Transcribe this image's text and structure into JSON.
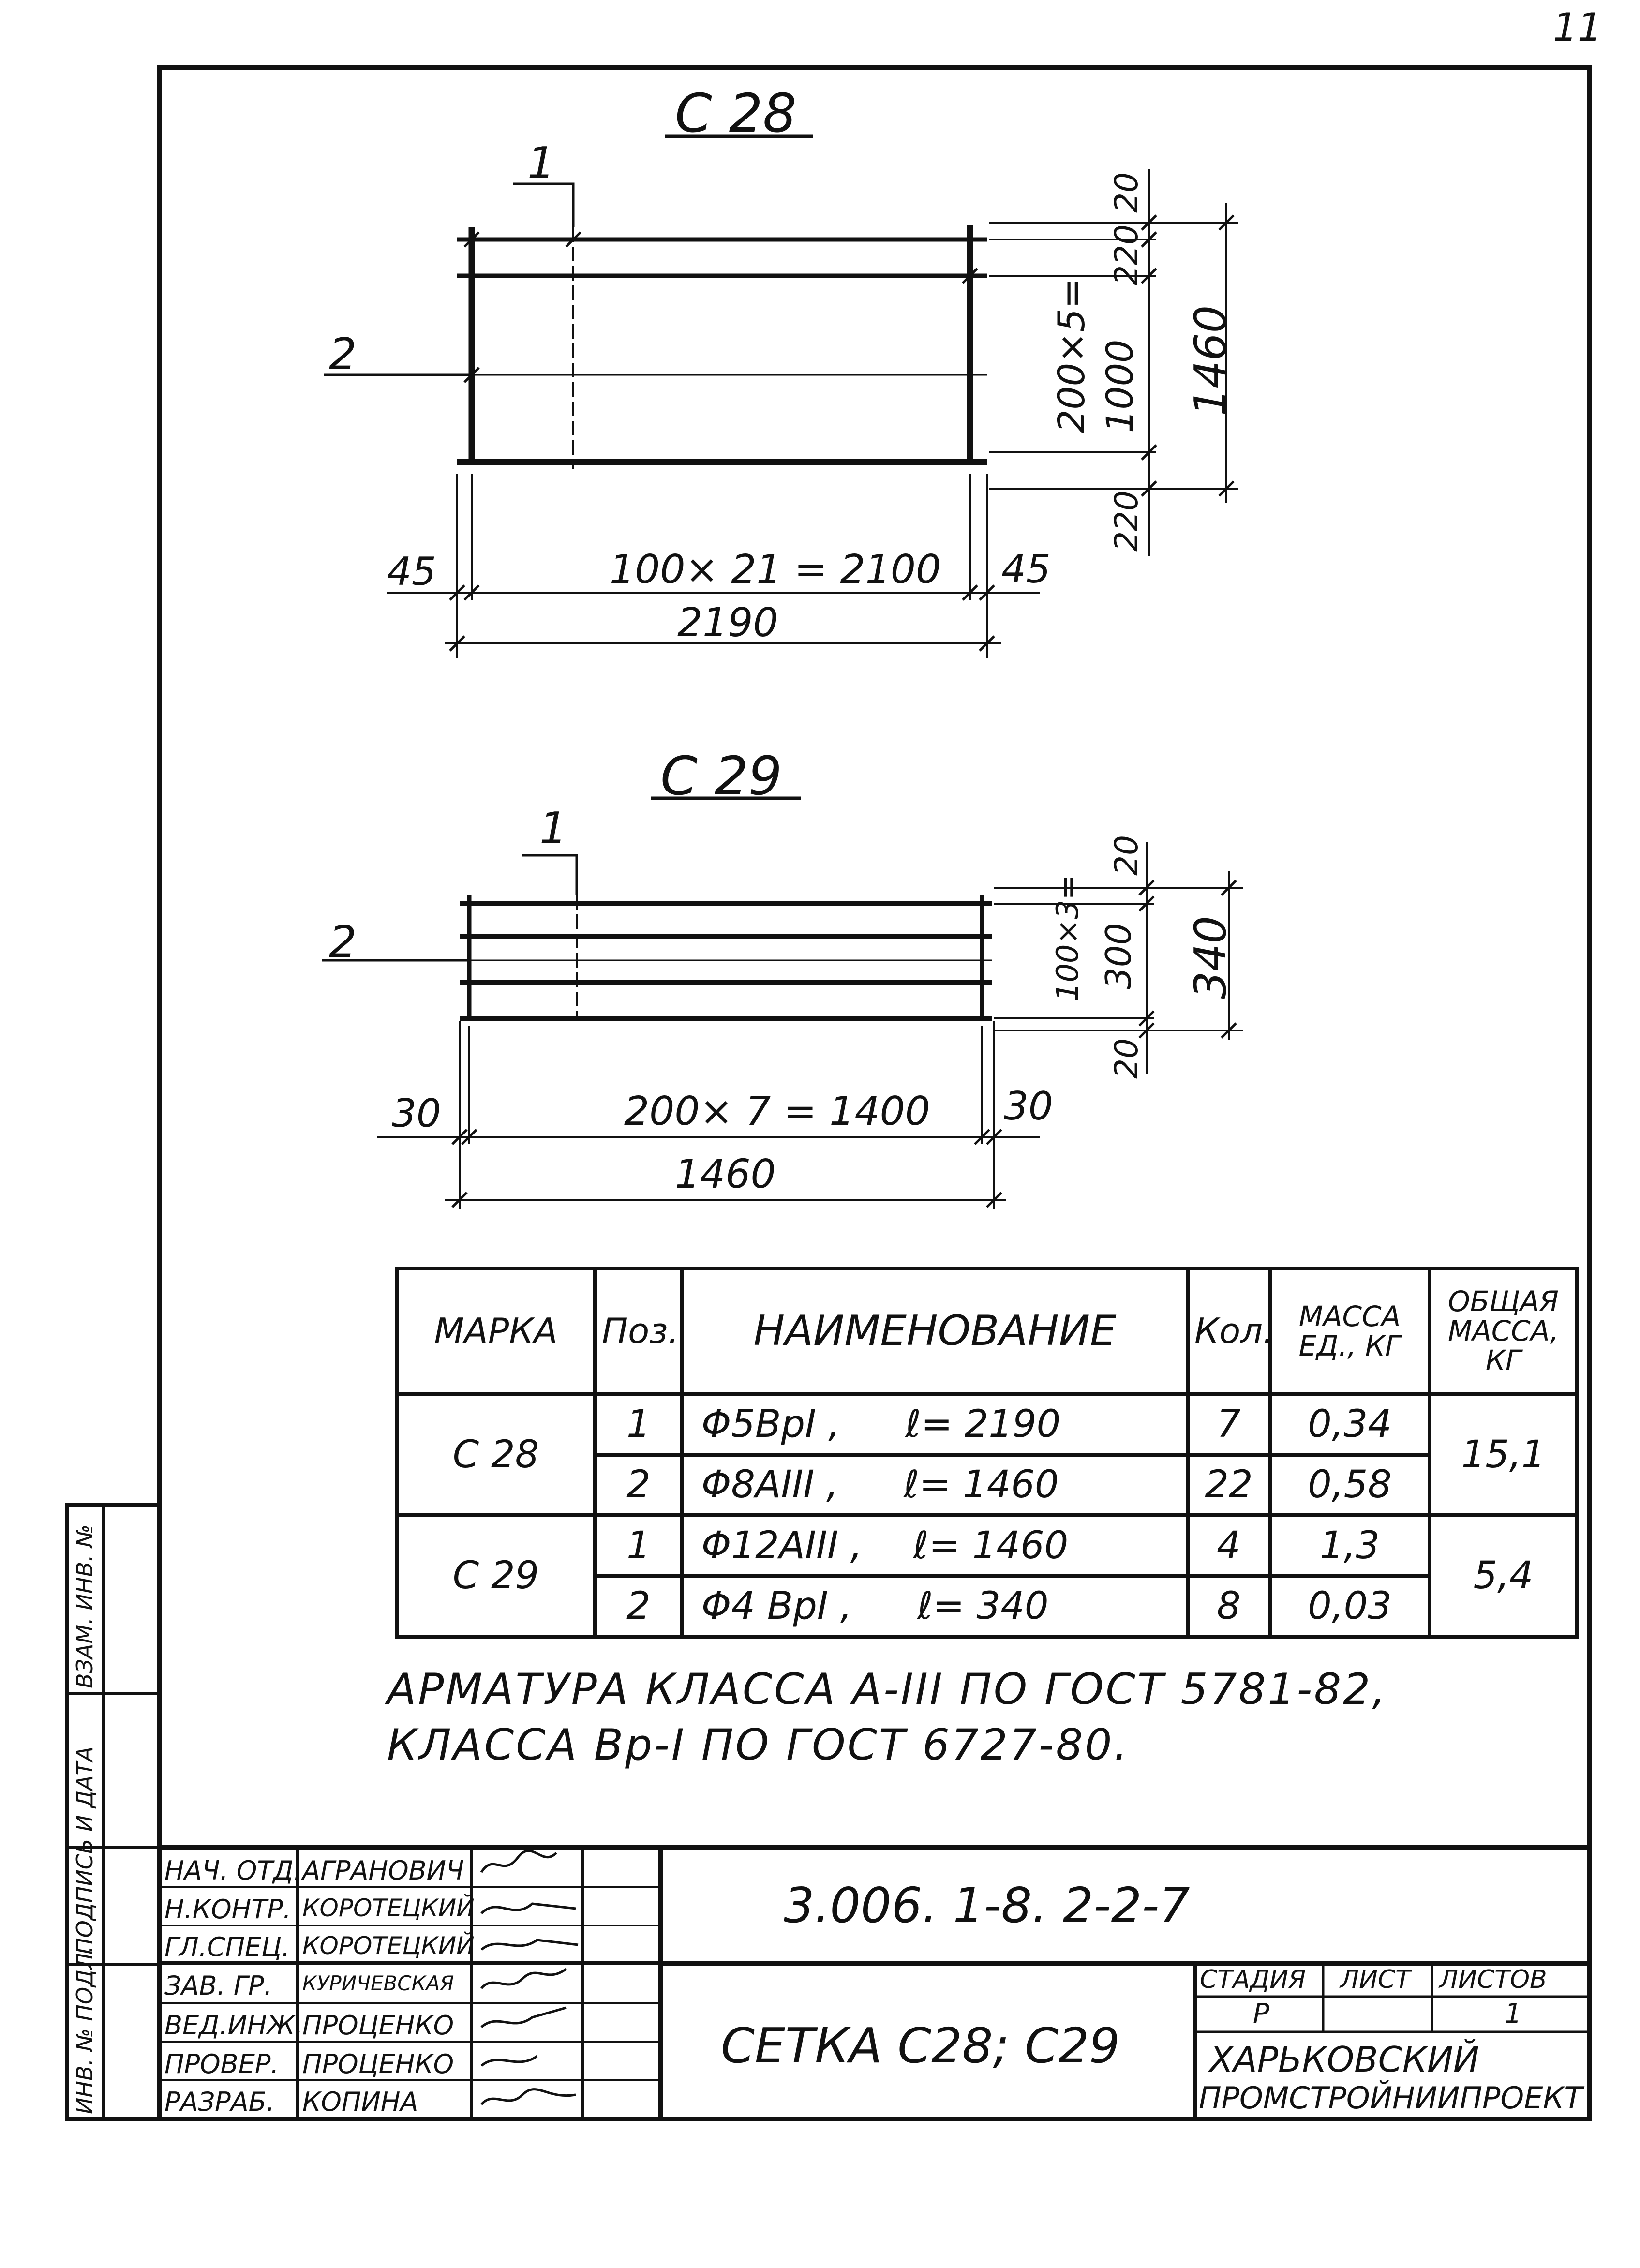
{
  "page_number": "11",
  "drawings": [
    {
      "title": "С 28",
      "labels": [
        "1",
        "2"
      ],
      "dims": {
        "left": "45",
        "span": "100× 21 = 2100",
        "right": "45",
        "total": "2190",
        "v_top": "20",
        "v_pitch_a": "220",
        "v_mid_a": "200×5=",
        "v_mid_b": "1000",
        "v_bot": "220",
        "v_total": "1460"
      }
    },
    {
      "title": "С 29",
      "labels": [
        "1",
        "2"
      ],
      "dims": {
        "left": "30",
        "span": "200× 7 = 1400",
        "right": "30",
        "total": "1460",
        "v_top": "20",
        "v_mid_a": "100×3=",
        "v_mid_b": "300",
        "v_bot": "20",
        "v_total": "340"
      }
    }
  ],
  "spec_table": {
    "headers": {
      "mark": "МАРКА",
      "pos": "Поз.",
      "name": "НАИМЕНОВАНИЕ",
      "qty": "Кол.",
      "unit_mass": "МАССА ЕД., КГ",
      "total_mass": "ОБЩАЯ МАССА, КГ"
    },
    "groups": [
      {
        "mark": "С 28",
        "total_mass": "15,1",
        "rows": [
          {
            "pos": "1",
            "name": "Φ5ВрI ,",
            "length": "ℓ= 2190",
            "qty": "7",
            "unit_mass": "0,34"
          },
          {
            "pos": "2",
            "name": "Φ8АIII ,",
            "length": "ℓ= 1460",
            "qty": "22",
            "unit_mass": "0,58"
          }
        ]
      },
      {
        "mark": "С 29",
        "total_mass": "5,4",
        "rows": [
          {
            "pos": "1",
            "name": "Φ12АIII ,",
            "length": "ℓ= 1460",
            "qty": "4",
            "unit_mass": "1,3"
          },
          {
            "pos": "2",
            "name": "Φ4 ВрI ,",
            "length": "ℓ= 340",
            "qty": "8",
            "unit_mass": "0,03"
          }
        ]
      }
    ]
  },
  "notes": [
    "АРМАТУРА КЛАССА А-III ПО ГОСТ 5781-82,",
    "КЛАССА Вр-I ПО ГОСТ 6727-80."
  ],
  "title_block": {
    "roles": [
      "НАЧ. ОТД.",
      "Н.КОНТР.",
      "ГЛ.СПЕЦ.",
      "ЗАВ. ГР.",
      "ВЕД.ИНЖ.",
      "ПРОВЕР.",
      "РАЗРАБ."
    ],
    "names": [
      "АГРАНОВИЧ",
      "КОРОТЕЦКИЙ",
      "КОРОТЕЦКИЙ",
      "КУРИЧЕВСКАЯ",
      "ПРОЦЕНКО",
      "ПРОЦЕНКО",
      "КОПИНА"
    ],
    "doc_code": "3.006. 1-8. 2-2-7",
    "doc_title": "СЕТКА С28; С29",
    "stage_label": "СТАДИЯ",
    "sheet_label": "ЛИСТ",
    "sheets_label": "ЛИСТОВ",
    "stage": "Р",
    "sheet": "",
    "sheets": "1",
    "organization_line1": "ХАРЬКОВСКИЙ",
    "organization_line2": "ПРОМСТРОЙНИИПРОЕКТ"
  },
  "side_stamp": {
    "inv_podl": "ИНВ. № ПОДЛ.",
    "sign_date": "ПОДПИСЬ И ДАТА",
    "vzam_inv": "ВЗАМ. ИНВ. №"
  }
}
